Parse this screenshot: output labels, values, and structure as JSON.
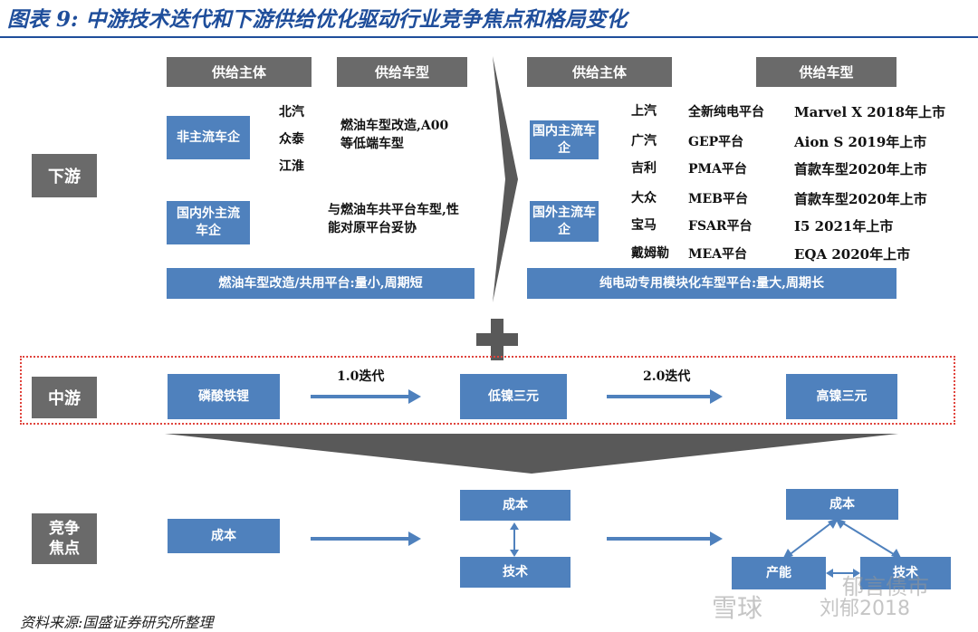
{
  "title": "图表 9:  中游技术迭代和下游供给优化驱动行业竞争焦点和格局变化",
  "source": "资料来源:国盛证券研究所整理",
  "watermark": {
    "logo": "雪球",
    "text": "郁言债市",
    "sub": "刘郁2018"
  },
  "row_labels": {
    "downstream": "下游",
    "midstream": "中游",
    "competition": "竞争\n焦点"
  },
  "left_panel": {
    "header_supplier": "供给主体",
    "header_model": "供给车型",
    "non_mainstream": "非主流车企",
    "non_mainstream_makers": [
      "北汽",
      "众泰",
      "江淮"
    ],
    "non_mainstream_model": "燃油车型改造,A00等低端车型",
    "mainstream": "国内外主流车企",
    "mainstream_model": "与燃油车共平台车型,性能对原平台妥协",
    "summary": "燃油车型改造/共用平台:量小,周期短"
  },
  "right_panel": {
    "header_supplier": "供给主体",
    "header_model": "供给车型",
    "domestic": "国内主流车企",
    "foreign": "国外主流车企",
    "rows": [
      {
        "maker": "上汽",
        "platform": "全新纯电平台",
        "model": "Marvel X 2018年上市"
      },
      {
        "maker": "广汽",
        "platform": "GEP平台",
        "model": "Aion S 2019年上市"
      },
      {
        "maker": "吉利",
        "platform": "PMA平台",
        "model": "首款车型2020年上市"
      },
      {
        "maker": "大众",
        "platform": "MEB平台",
        "model": "首款车型2020年上市"
      },
      {
        "maker": "宝马",
        "platform": "FSAR平台",
        "model": "I5 2021年上市"
      },
      {
        "maker": "戴姆勒",
        "platform": "MEA平台",
        "model": "EQA 2020年上市"
      }
    ],
    "summary": "纯电动专用模块化车型平台:量大,周期长"
  },
  "midstream": {
    "lfp": "磷酸铁锂",
    "iter1": "1.0迭代",
    "low_nickel": "低镍三元",
    "iter2": "2.0迭代",
    "high_nickel": "高镍三元"
  },
  "competition": {
    "stage1": "成本",
    "stage2_cost": "成本",
    "stage2_tech": "技术",
    "stage3_cost": "成本",
    "stage3_capacity": "产能",
    "stage3_tech": "技术"
  },
  "colors": {
    "title_blue": "#1f4e9b",
    "box_blue": "#4f81bd",
    "header_gray": "#6a6a6a",
    "dash_red": "#e0443d",
    "funnel_gray": "#595959"
  }
}
